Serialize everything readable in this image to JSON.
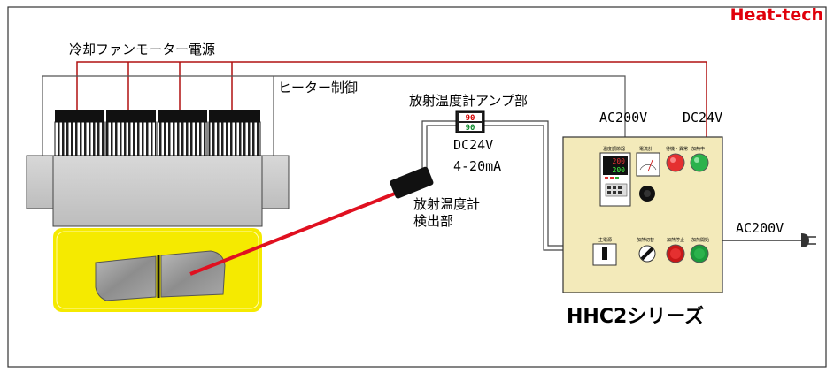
{
  "brand": "Heat-tech",
  "labels": {
    "fan_power": "冷却ファンモーター電源",
    "heater_control": "ヒーター制御",
    "amp_unit": "放射温度計アンプ部",
    "amp_supply_voltage": "DC24V",
    "amp_signal": "4-20mA",
    "sensor_line1": "放射温度計",
    "sensor_line2": "検出部",
    "panel_ac": "AC200V",
    "panel_dc": "DC24V",
    "supply_ac": "AC200V",
    "series_name": "HHC2シリーズ"
  },
  "amp_display": {
    "top": "90",
    "bottom": "90"
  },
  "panel": {
    "temp_controller_label": "温度調節器",
    "controller_pv": "200",
    "controller_sv": "200",
    "ammeter_label": "電流計",
    "standby_label": "待機・異常",
    "heating_label": "加熱中",
    "main_power_label": "主電源",
    "heater_switch_label": "加熱切替",
    "stop_label": "加熱停止",
    "start_label": "加熱開始"
  },
  "colors": {
    "brand": "#e0000b",
    "wire_red": "#b01010",
    "laser": "#e01020",
    "jig_yellow": "#f5ea00",
    "panel_fill": "#f3eaba",
    "lamp_red": "#e53030",
    "lamp_green": "#2bb24c"
  }
}
